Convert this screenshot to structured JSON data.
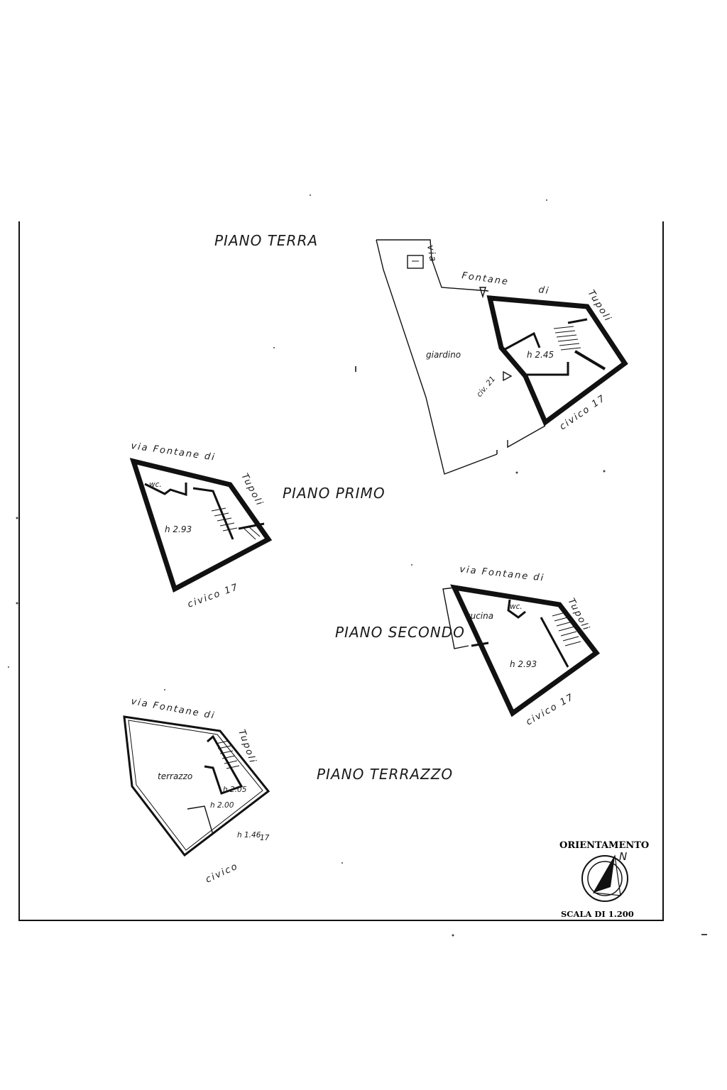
{
  "sheet": {
    "piano_terra": {
      "title": "PIANO TERRA",
      "street_via": "via",
      "street_fontane": "Fontane",
      "street_di": "di",
      "street_tupoli": "Tupoli",
      "giardino": "giardino",
      "height": "h 2.45",
      "civico_entrance": "civ. 21",
      "civico": "civico 17"
    },
    "piano_primo": {
      "title": "PIANO PRIMO",
      "street": "via Fontane di",
      "street_tupoli": "Tupoli",
      "wc": "wc.",
      "height": "h 2.93",
      "civico": "civico 17"
    },
    "piano_secondo": {
      "title": "PIANO SECONDO",
      "street": "via Fontane di",
      "street_tupoli": "Tupoli",
      "cucina": "cucina",
      "wc": "wc.",
      "height": "h 2.93",
      "civico": "civico 17"
    },
    "piano_terrazzo": {
      "title": "PIANO TERRAZZO",
      "street": "via Fontane di",
      "street_tupoli": "Tupoli",
      "terrazzo": "terrazzo",
      "height_a": "h 2.05",
      "height_b": "h 2.00",
      "height_c": "h 1.46",
      "civico": "civico",
      "civico_num": "17"
    },
    "compass": {
      "orientamento": "ORIENTAMENTO",
      "north": "N",
      "scala": "SCALA DI 1.200",
      "icon": "north-arrow-icon"
    }
  }
}
